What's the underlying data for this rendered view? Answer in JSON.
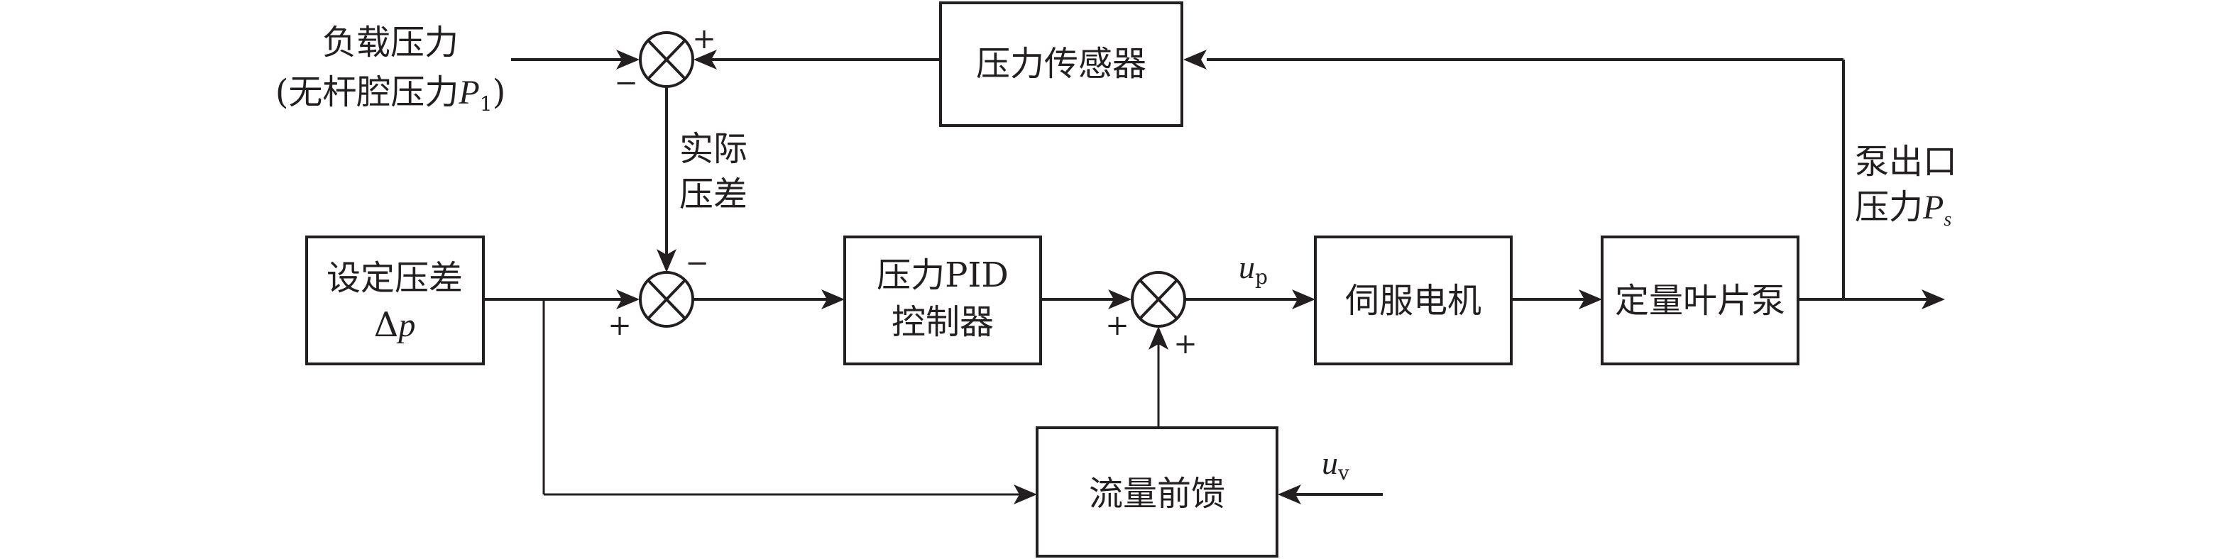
{
  "diagram": {
    "type": "control-block-diagram",
    "blocks": {
      "pressure_sensor": "压力传感器",
      "setpoint_line1": "设定压差",
      "setpoint_line2_delta": "Δ",
      "setpoint_line2_var": "p",
      "pid_line1": "压力PID",
      "pid_line2": "控制器",
      "servo_motor": "伺服电机",
      "vane_pump": "定量叶片泵",
      "flow_feedforward": "流量前馈"
    },
    "labels": {
      "load_pressure_line1": "负载压力",
      "load_pressure_line2_prefix": "(无杆腔压力",
      "load_pressure_var": "P",
      "load_pressure_sub": "1",
      "load_pressure_close": ")",
      "actual_diff_line1": "实际",
      "actual_diff_line2": "压差",
      "pump_outlet_line1": "泵出口",
      "pump_outlet_line2_prefix": "压力",
      "pump_outlet_var": "P",
      "pump_outlet_sub": "s",
      "up_var": "u",
      "up_sub": "p",
      "uv_var": "u",
      "uv_sub": "v"
    },
    "signs": {
      "top_junction_right": "+",
      "top_junction_left": "−",
      "mid_junction_top": "−",
      "mid_junction_left": "+",
      "sum3_left": "+",
      "sum3_bottom": "+"
    }
  }
}
